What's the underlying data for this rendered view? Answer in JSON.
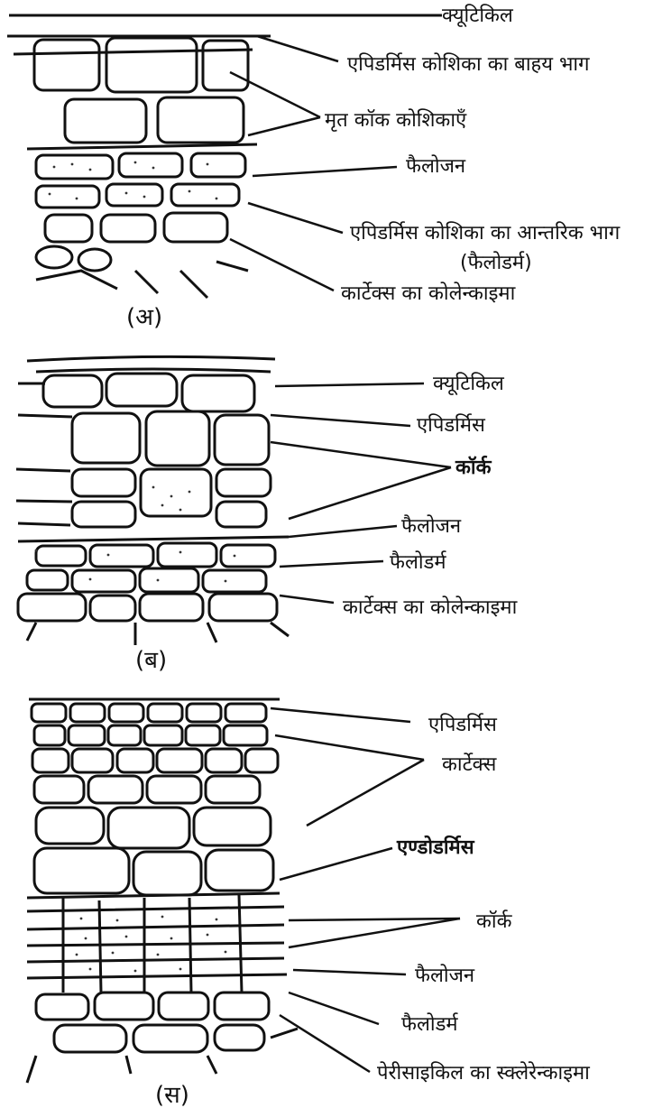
{
  "panel_a": {
    "caption": "(अ)",
    "labels": {
      "cuticle": "क्यूटिकिल",
      "epidermis_outer": "एपिडर्मिस कोशिका का बाहय भाग",
      "dead_cork": "मृत कॉक कोशिकाएँ",
      "phellogen": "फैलोजन",
      "epidermis_inner": "एपिडर्मिस कोशिका का आन्तरिक भाग",
      "phelloderm_paren": "(फैलोडर्म)",
      "collenchyma": "कार्टेक्स का कोलेन्काइमा"
    }
  },
  "panel_b": {
    "caption": "(ब)",
    "labels": {
      "cuticle": "क्यूटिकिल",
      "epidermis": "एपिडर्मिस",
      "cork": "कॉर्क",
      "phellogen": "फैलोजन",
      "phelloderm": "फैलोडर्म",
      "collenchyma": "कार्टेक्स का कोलेन्काइमा"
    }
  },
  "panel_c": {
    "caption": "(स)",
    "labels": {
      "epidermis": "एपिडर्मिस",
      "cortex": "कार्टेक्स",
      "endodermis": "एण्डोडर्मिस",
      "cork": "कॉर्क",
      "phellogen": "फैलोजन",
      "phelloderm": "फैलोडर्म",
      "sclerenchyma": "पेरीसाइकिल का स्क्लेरेन्काइमा"
    }
  }
}
